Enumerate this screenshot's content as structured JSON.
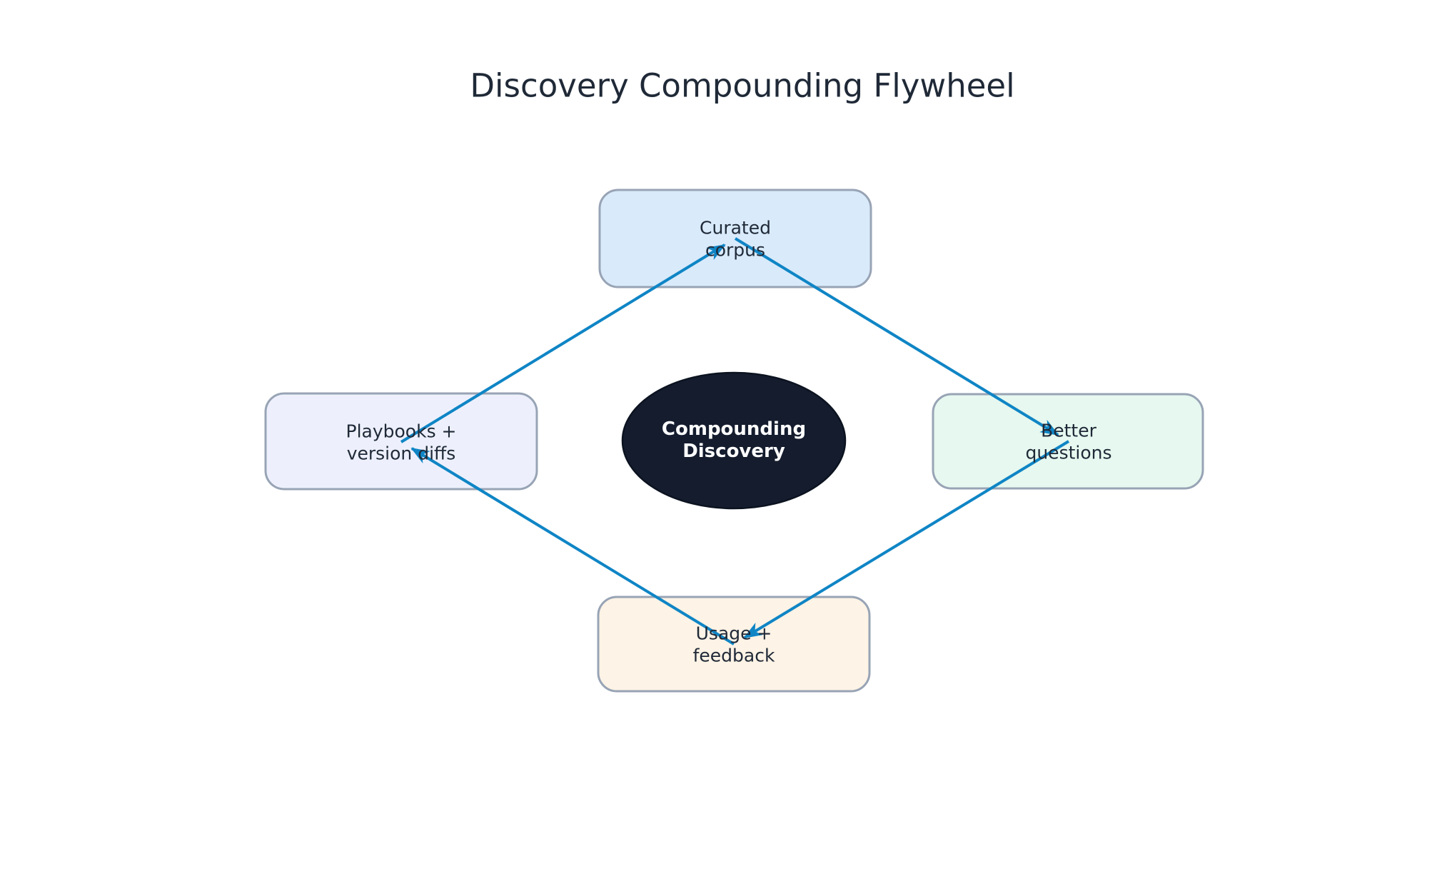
{
  "title": "Discovery Compounding Flywheel",
  "center": {
    "id": "compounding-discovery",
    "line1": "Compounding",
    "line2": "Discovery",
    "fill": "#141c2e",
    "stroke": "#0c1320",
    "text_color": "#ffffff"
  },
  "nodes": {
    "top": {
      "id": "curated-corpus",
      "line1": "Curated",
      "line2": "corpus",
      "fill": "#d9eafa"
    },
    "left": {
      "id": "playbooks-version-diffs",
      "line1": "Playbooks +",
      "line2": "version diffs",
      "fill": "#edf0fc"
    },
    "right": {
      "id": "better-questions",
      "line1": "Better",
      "line2": "questions",
      "fill": "#e6f8ef"
    },
    "bottom": {
      "id": "usage-feedback",
      "line1": "Usage +",
      "line2": "feedback",
      "fill": "#fdf3e6"
    }
  },
  "edges": [
    {
      "from": "playbooks-version-diffs",
      "to": "curated-corpus"
    },
    {
      "from": "curated-corpus",
      "to": "better-questions"
    },
    {
      "from": "better-questions",
      "to": "usage-feedback"
    },
    {
      "from": "usage-feedback",
      "to": "playbooks-version-diffs"
    }
  ],
  "colors": {
    "background": "#ffffff",
    "text": "#1f2937",
    "box_border": "#98a4b5",
    "arrow": "#0f85c5"
  }
}
